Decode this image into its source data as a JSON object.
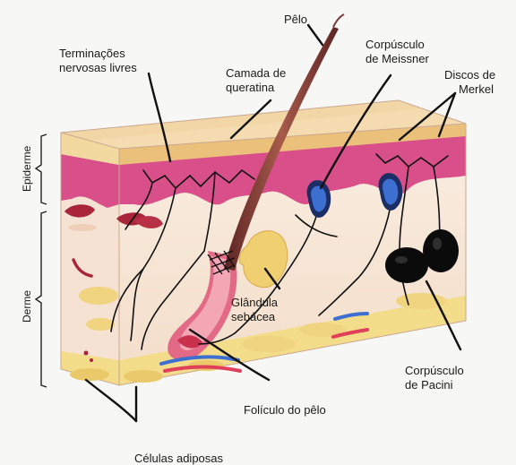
{
  "labels": {
    "pelo": "Pêlo",
    "terminacoes": [
      "Terminações",
      "nervosas livres"
    ],
    "camada": [
      "Camada de",
      "queratina"
    ],
    "meissner": [
      "Corpúsculo",
      "de Meissner"
    ],
    "merkel": [
      "Discos de",
      "Merkel"
    ],
    "glandula": [
      "Glândula",
      "sebácea"
    ],
    "pacini": [
      "Corpúsculo",
      "de Pacini"
    ],
    "foliculo": "Folículo do pêlo",
    "celulas": "Células adiposas",
    "epiderme": "Epiderme",
    "derme": "Derme"
  },
  "colors": {
    "keratin": "#f2d9a0",
    "epidermis": "#d94f8a",
    "dermis": "#f7e6d8",
    "adipose": "#f3dc8a",
    "vessel_red": "#e0405a",
    "vessel_blue": "#3d6fd0",
    "hair": "#8a3a3a"
  }
}
